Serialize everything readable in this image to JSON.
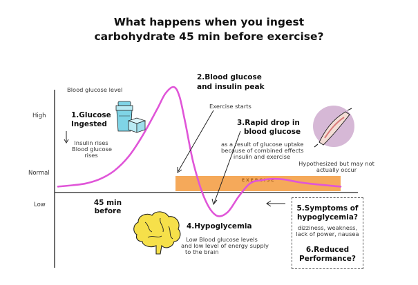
{
  "title_line1": "What happens when you ingest",
  "title_line2": "carbohydrate 45 min before exercise?",
  "chart_data": {
    "type": "line",
    "title": "What happens when you ingest carbohydrate 45 min before exercise?",
    "ylabel": "Blood glucose level",
    "yticks": [
      "High",
      "Normal",
      "Low"
    ],
    "series": [
      {
        "x": [
          0,
          5,
          10,
          15,
          20,
          25,
          30,
          35,
          38,
          41,
          43,
          45,
          48,
          52,
          56,
          60,
          64,
          68,
          72,
          76,
          80,
          85,
          90,
          100
        ],
        "y": [
          0.05,
          0.07,
          0.1,
          0.17,
          0.3,
          0.52,
          0.85,
          1.25,
          1.5,
          1.6,
          1.45,
          1.05,
          0.4,
          -0.15,
          -0.4,
          -0.35,
          -0.1,
          0.1,
          0.15,
          0.17,
          0.16,
          0.12,
          0.09,
          0.05
        ],
        "color": "#e055d8"
      }
    ],
    "exercise_band": {
      "label": "EXERCISE",
      "color": "#f5a95a"
    }
  },
  "labels": {
    "y_axis_title": "Blood glucose level",
    "y_high": "High",
    "y_normal": "Normal",
    "y_low": "Low",
    "step1_line1": "1.Glucose",
    "step1_line2": "Ingested",
    "step1_note1": "Insulin rises",
    "step1_note2": "Blood glucose",
    "step1_note3": "rises",
    "step2_line1": "2.Blood glucose",
    "step2_line2": "and insulin peak",
    "exercise_starts": "Exercise starts",
    "step3_line1": "3.Rapid drop in",
    "step3_line2": "blood glucose",
    "step3_note1": "as a result of glucose uptake",
    "step3_note2": "because of combined effects",
    "step3_note3": "insulin and exercise",
    "hypothesized1": "Hypothesized but may not",
    "hypothesized2": "actually occur",
    "exercise_band": "EXERCISE",
    "time1": "45 min",
    "time2": "before",
    "step4": "4.Hypoglycemia",
    "step4_note1": "Low Blood glucose levels",
    "step4_note2": "and low level of energy supply",
    "step4_note3": "to the brain",
    "step5_line1": "5.Symptoms of",
    "step5_line2": "hypoglycemia?",
    "step5_note1": "dizziness, weakness,",
    "step5_note2": "lack of power, nausea",
    "step6_line1": "6.Reduced",
    "step6_line2": "Performance?"
  },
  "icons": [
    "shaker-bottle-icon",
    "sugar-cube-icon",
    "muscle-icon",
    "brain-icon"
  ],
  "colors": {
    "curve": "#e055d8",
    "exercise": "#f5a95a",
    "muscle_bg": "#d6b8d6",
    "shaker": "#7fd4e6"
  }
}
